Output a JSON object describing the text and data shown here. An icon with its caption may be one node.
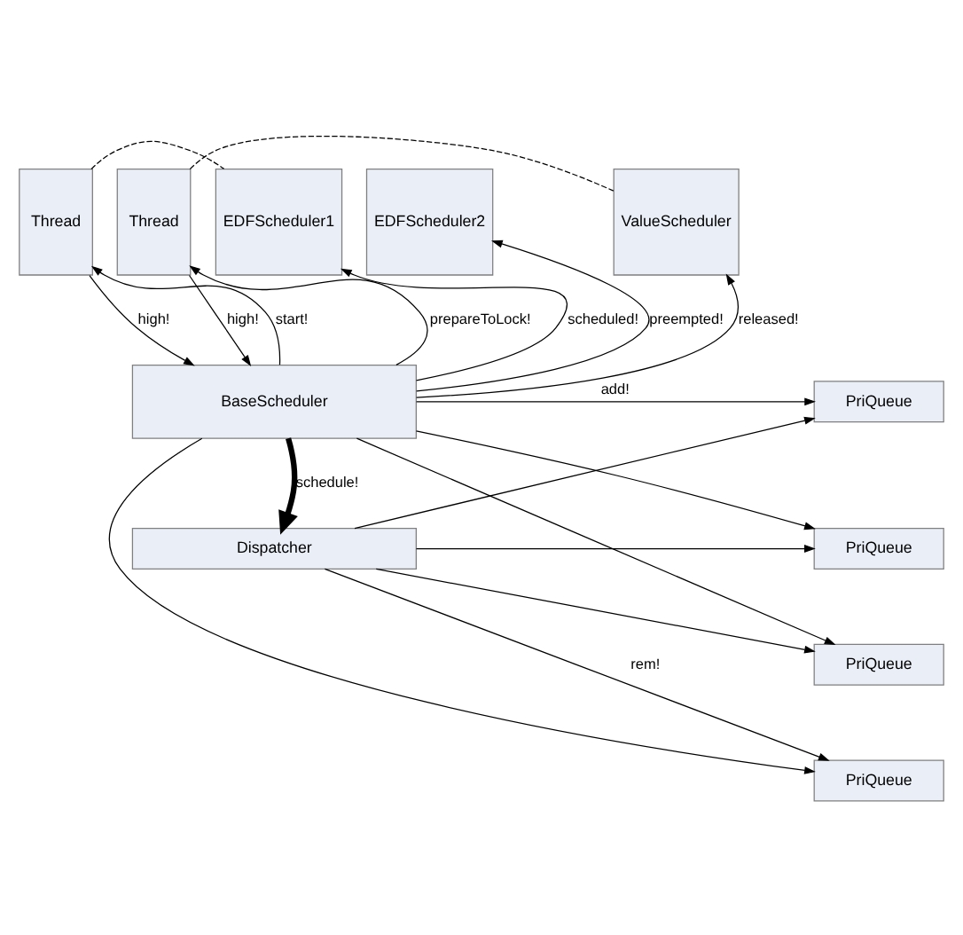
{
  "diagram": {
    "nodes": [
      {
        "text": [
          "Thread"
        ]
      },
      {
        "text": [
          "Thread"
        ]
      },
      {
        "text": [
          "EDFScheduler1"
        ]
      },
      {
        "text": [
          "EDFScheduler2"
        ]
      },
      {
        "text": [
          "ValueScheduler"
        ]
      },
      {
        "text": [
          "BaseScheduler"
        ]
      },
      {
        "text": [
          "Dispatcher"
        ]
      },
      {
        "text": [
          "PriQueue"
        ]
      },
      {
        "text": [
          "PriQueue"
        ]
      },
      {
        "text": [
          "PriQueue"
        ]
      },
      {
        "text": [
          "PriQueue"
        ]
      }
    ],
    "edges": [
      {
        "from": 0,
        "to": 2,
        "arrow": "none",
        "style": "dashed"
      },
      {
        "from": 1,
        "to": 4,
        "arrow": "none",
        "style": "dashed"
      },
      {
        "from": 5,
        "to": 0,
        "arrow": "to",
        "label": "start!"
      },
      {
        "from": 0,
        "to": 5,
        "arrow": "to",
        "label": "high!"
      },
      {
        "from": 5,
        "to": 1,
        "arrow": "to",
        "label": "prepareToLock!"
      },
      {
        "from": 1,
        "to": 5,
        "arrow": "to",
        "label": "high!"
      },
      {
        "from": 5,
        "to": 2,
        "arrow": "to",
        "label": "scheduled!"
      },
      {
        "from": 5,
        "to": 3,
        "arrow": "to",
        "label": "preempted!"
      },
      {
        "from": 5,
        "to": 4,
        "arrow": "to",
        "label": "released!"
      },
      {
        "from": 5,
        "to": 6,
        "arrow": "to",
        "label": "schedule!",
        "style": "thick"
      },
      {
        "from": 5,
        "to": 7,
        "arrow": "to",
        "label": "add!"
      },
      {
        "from": 5,
        "to": 8,
        "arrow": "to"
      },
      {
        "from": 5,
        "to": 9,
        "arrow": "to"
      },
      {
        "from": 5,
        "to": 10,
        "arrow": "to"
      },
      {
        "from": 6,
        "to": 7,
        "arrow": "to"
      },
      {
        "from": 6,
        "to": 8,
        "arrow": "to"
      },
      {
        "from": 6,
        "to": 9,
        "arrow": "to"
      },
      {
        "from": 6,
        "to": 10,
        "arrow": "to",
        "label": "rem!"
      }
    ]
  }
}
